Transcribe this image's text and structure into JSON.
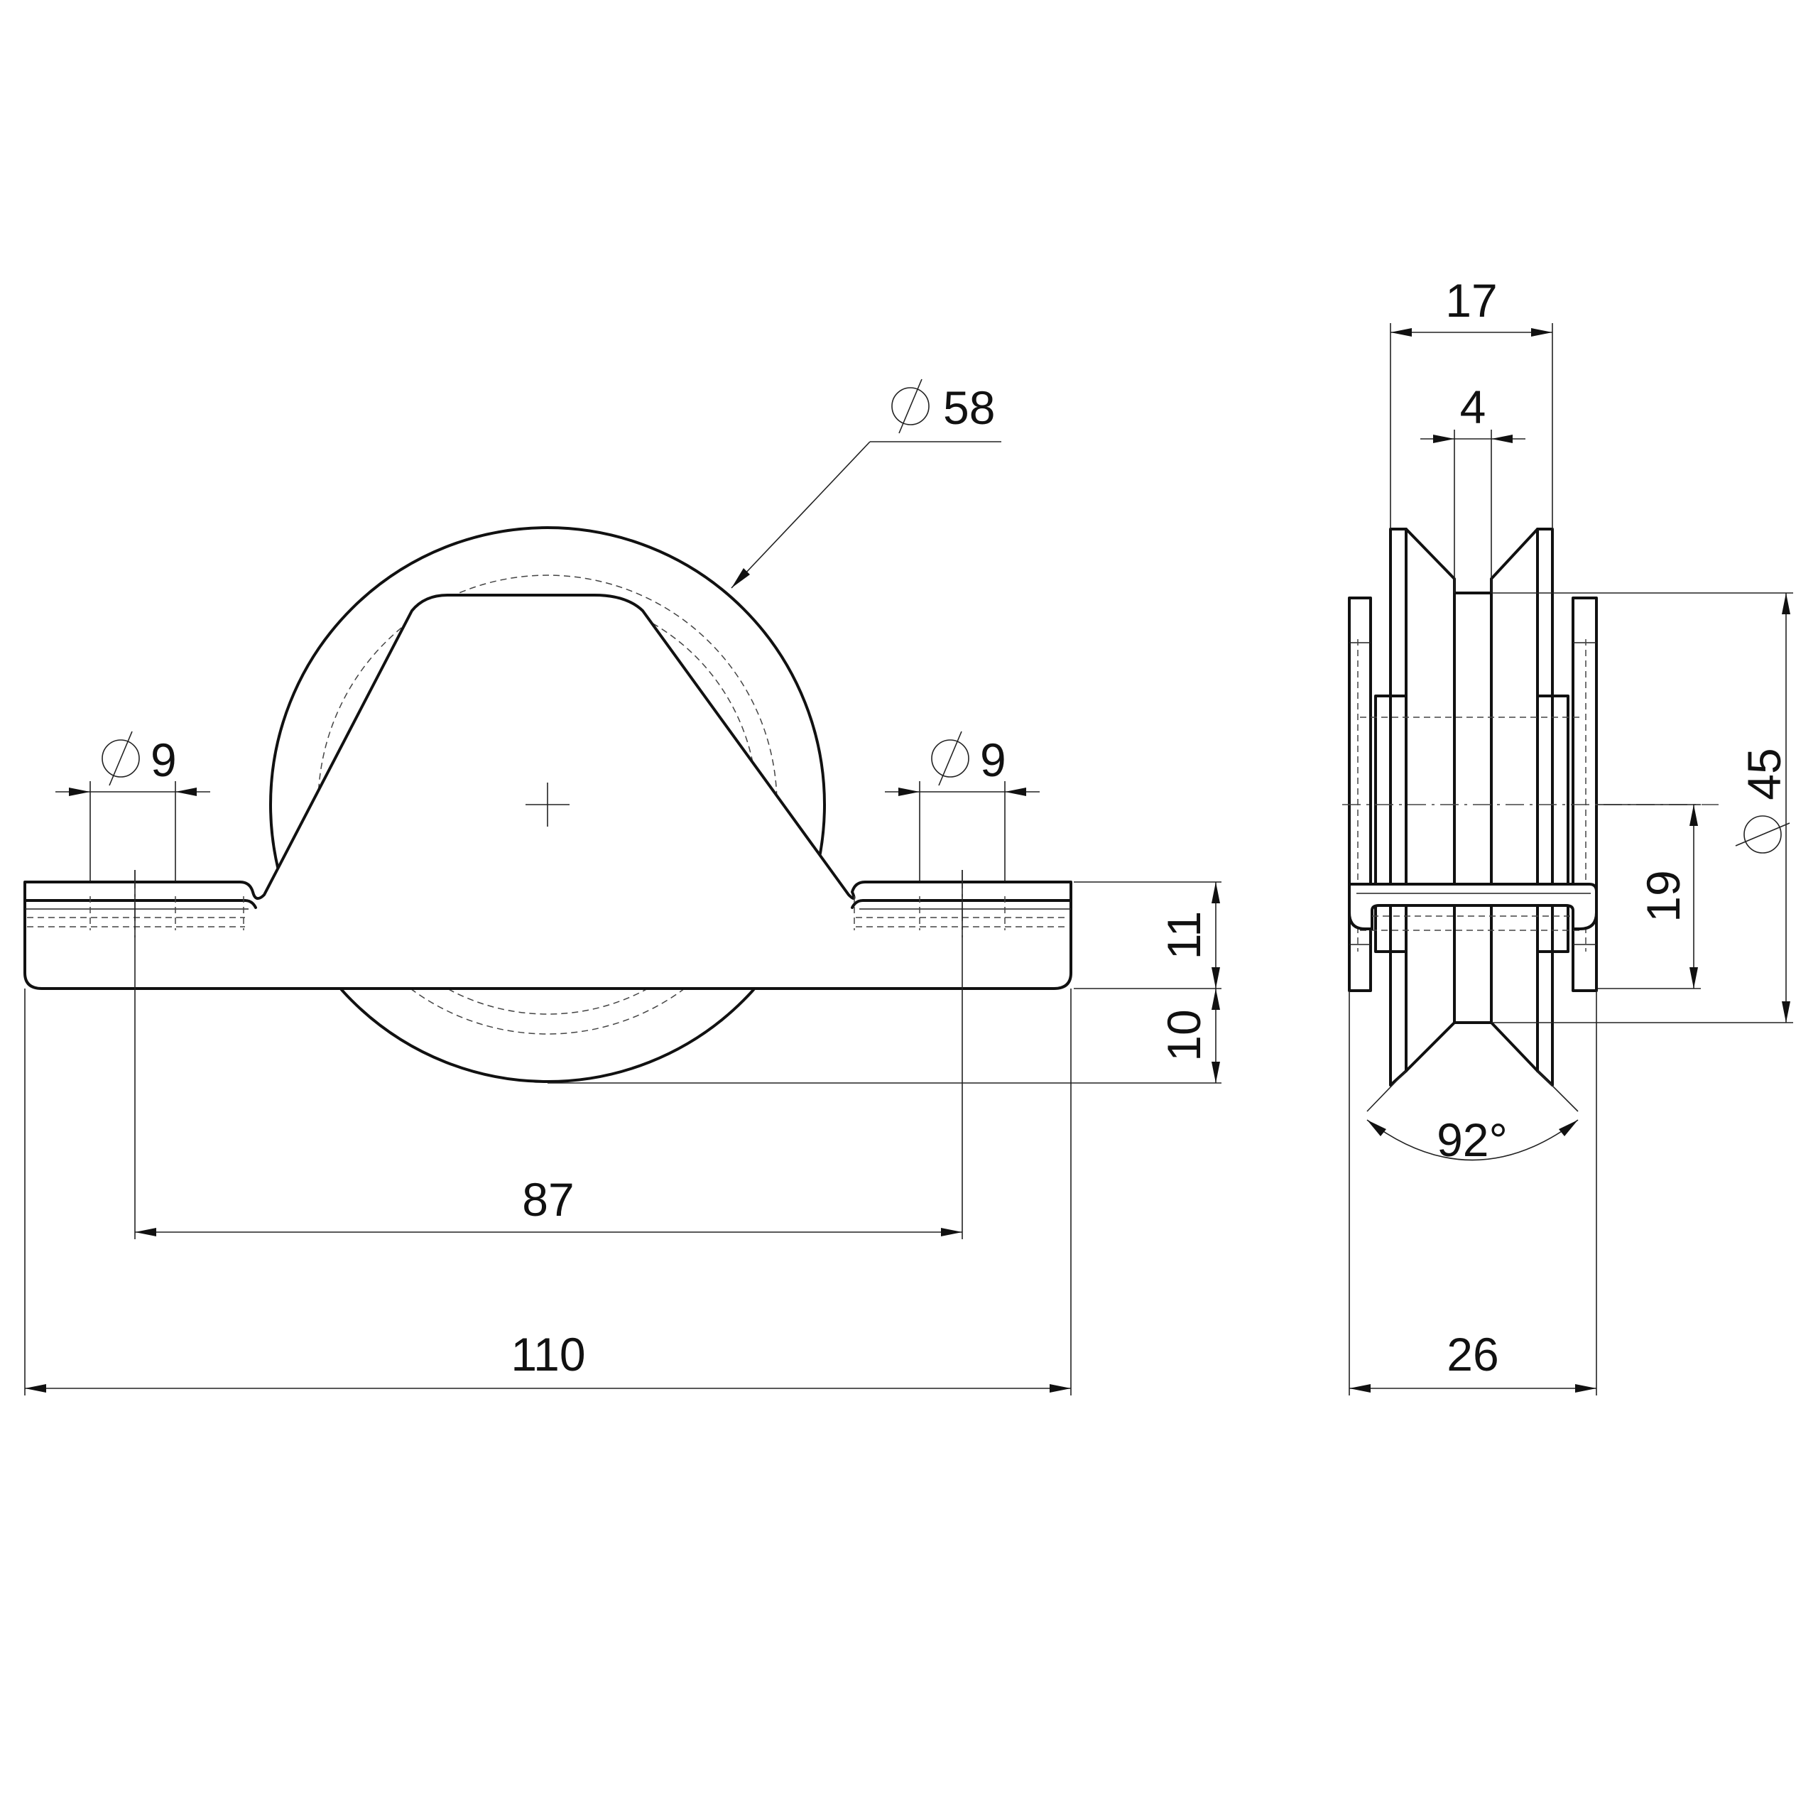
{
  "front_view": {
    "wheel_diameter": "58",
    "hole_left": "9",
    "hole_right": "9",
    "base_height": "11",
    "below_base": "10",
    "hole_spacing": "87",
    "overall_length": "110"
  },
  "side_view": {
    "overall_width": "17",
    "groove_width": "4",
    "groove_diameter": "45",
    "axle_height": "19",
    "groove_angle": "92°",
    "bracket_width": "26"
  },
  "symbols": {
    "diameter": "⌀"
  }
}
